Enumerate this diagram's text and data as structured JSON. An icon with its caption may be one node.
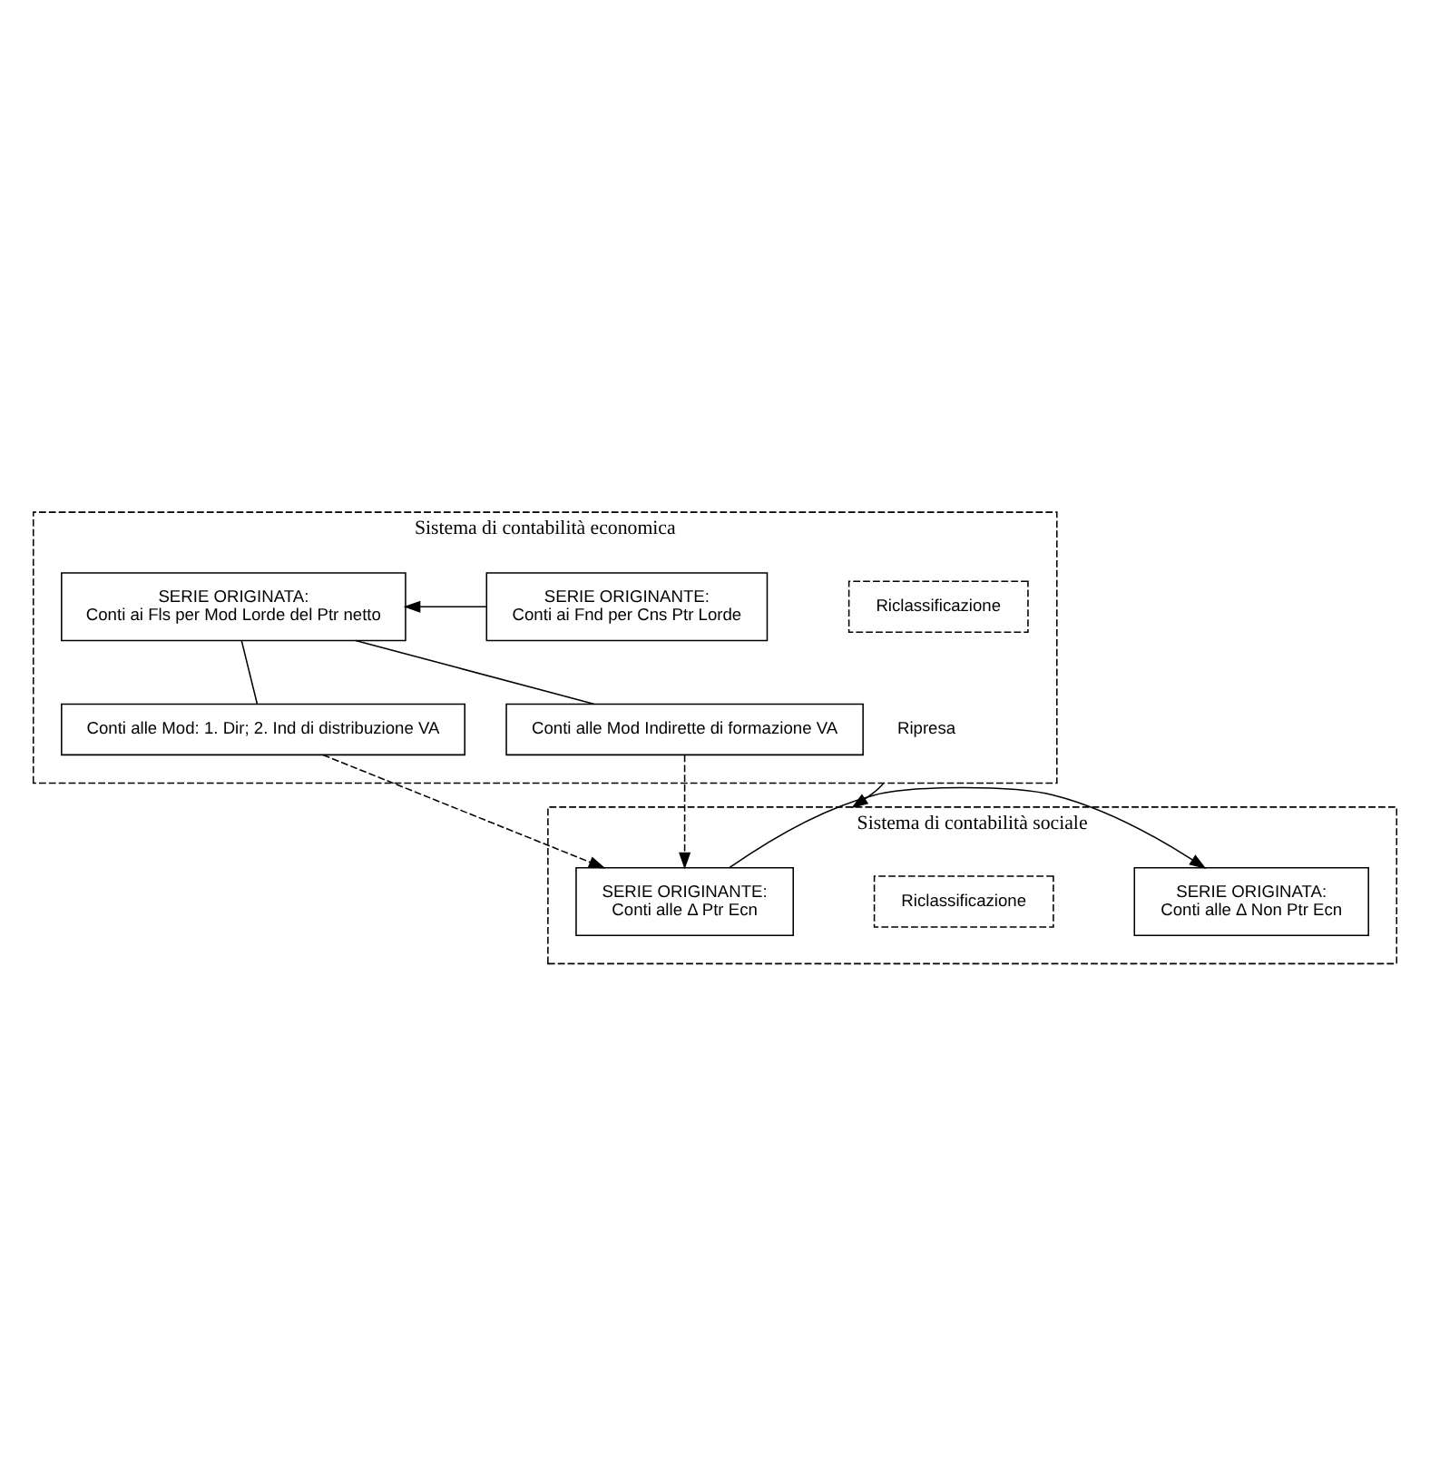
{
  "diagram": {
    "nodes": [
      {
        "text": [
          "Sistema di contabilità economica"
        ]
      },
      {
        "text": [
          "SERIE ORIGINANTE:",
          "Conti ai Fnd per Cns Ptr Lorde"
        ],
        "in": 0
      },
      {
        "text": [
          "Riclassificazione"
        ],
        "in": 0
      },
      {
        "text": [
          "SERIE ORIGINATA:",
          "Conti ai Fls per Mod Lorde del Ptr netto"
        ],
        "in": 0
      },
      {
        "text": [
          "Conti alle Mod Indirette di formazione VA"
        ],
        "in": 0
      },
      {
        "text": [
          "Conti alle Mod: 1. Dir; 2. Ind di distribuzione VA"
        ],
        "in": 0
      },
      {
        "text": [
          "Sistema di contabilità sociale"
        ]
      },
      {
        "text": [
          "SERIE ORIGINANTE:",
          "Conti alle Δ Ptr Ecn"
        ],
        "in": 6
      },
      {
        "text": [
          "Riclassificazione"
        ],
        "in": 6
      },
      {
        "text": [
          "SERIE ORIGINATA:",
          "Conti alle Δ Non Ptr Ecn"
        ],
        "in": 6
      }
    ],
    "edges": [
      {
        "from": 1,
        "to": 3,
        "arrow": "to"
      },
      {
        "from": 3,
        "to": 4,
        "arrow": "none"
      },
      {
        "from": 3,
        "to": 5,
        "arrow": "none"
      },
      {
        "from": 0,
        "to": 6,
        "label": "Ripresa",
        "arrow": "to"
      },
      {
        "from": 4,
        "to": 7,
        "arrow": "to",
        "style": "dashed"
      },
      {
        "from": 5,
        "to": 7,
        "arrow": "to",
        "style": "dashed"
      },
      {
        "from": 7,
        "to": 9,
        "arrow": "to"
      }
    ]
  }
}
